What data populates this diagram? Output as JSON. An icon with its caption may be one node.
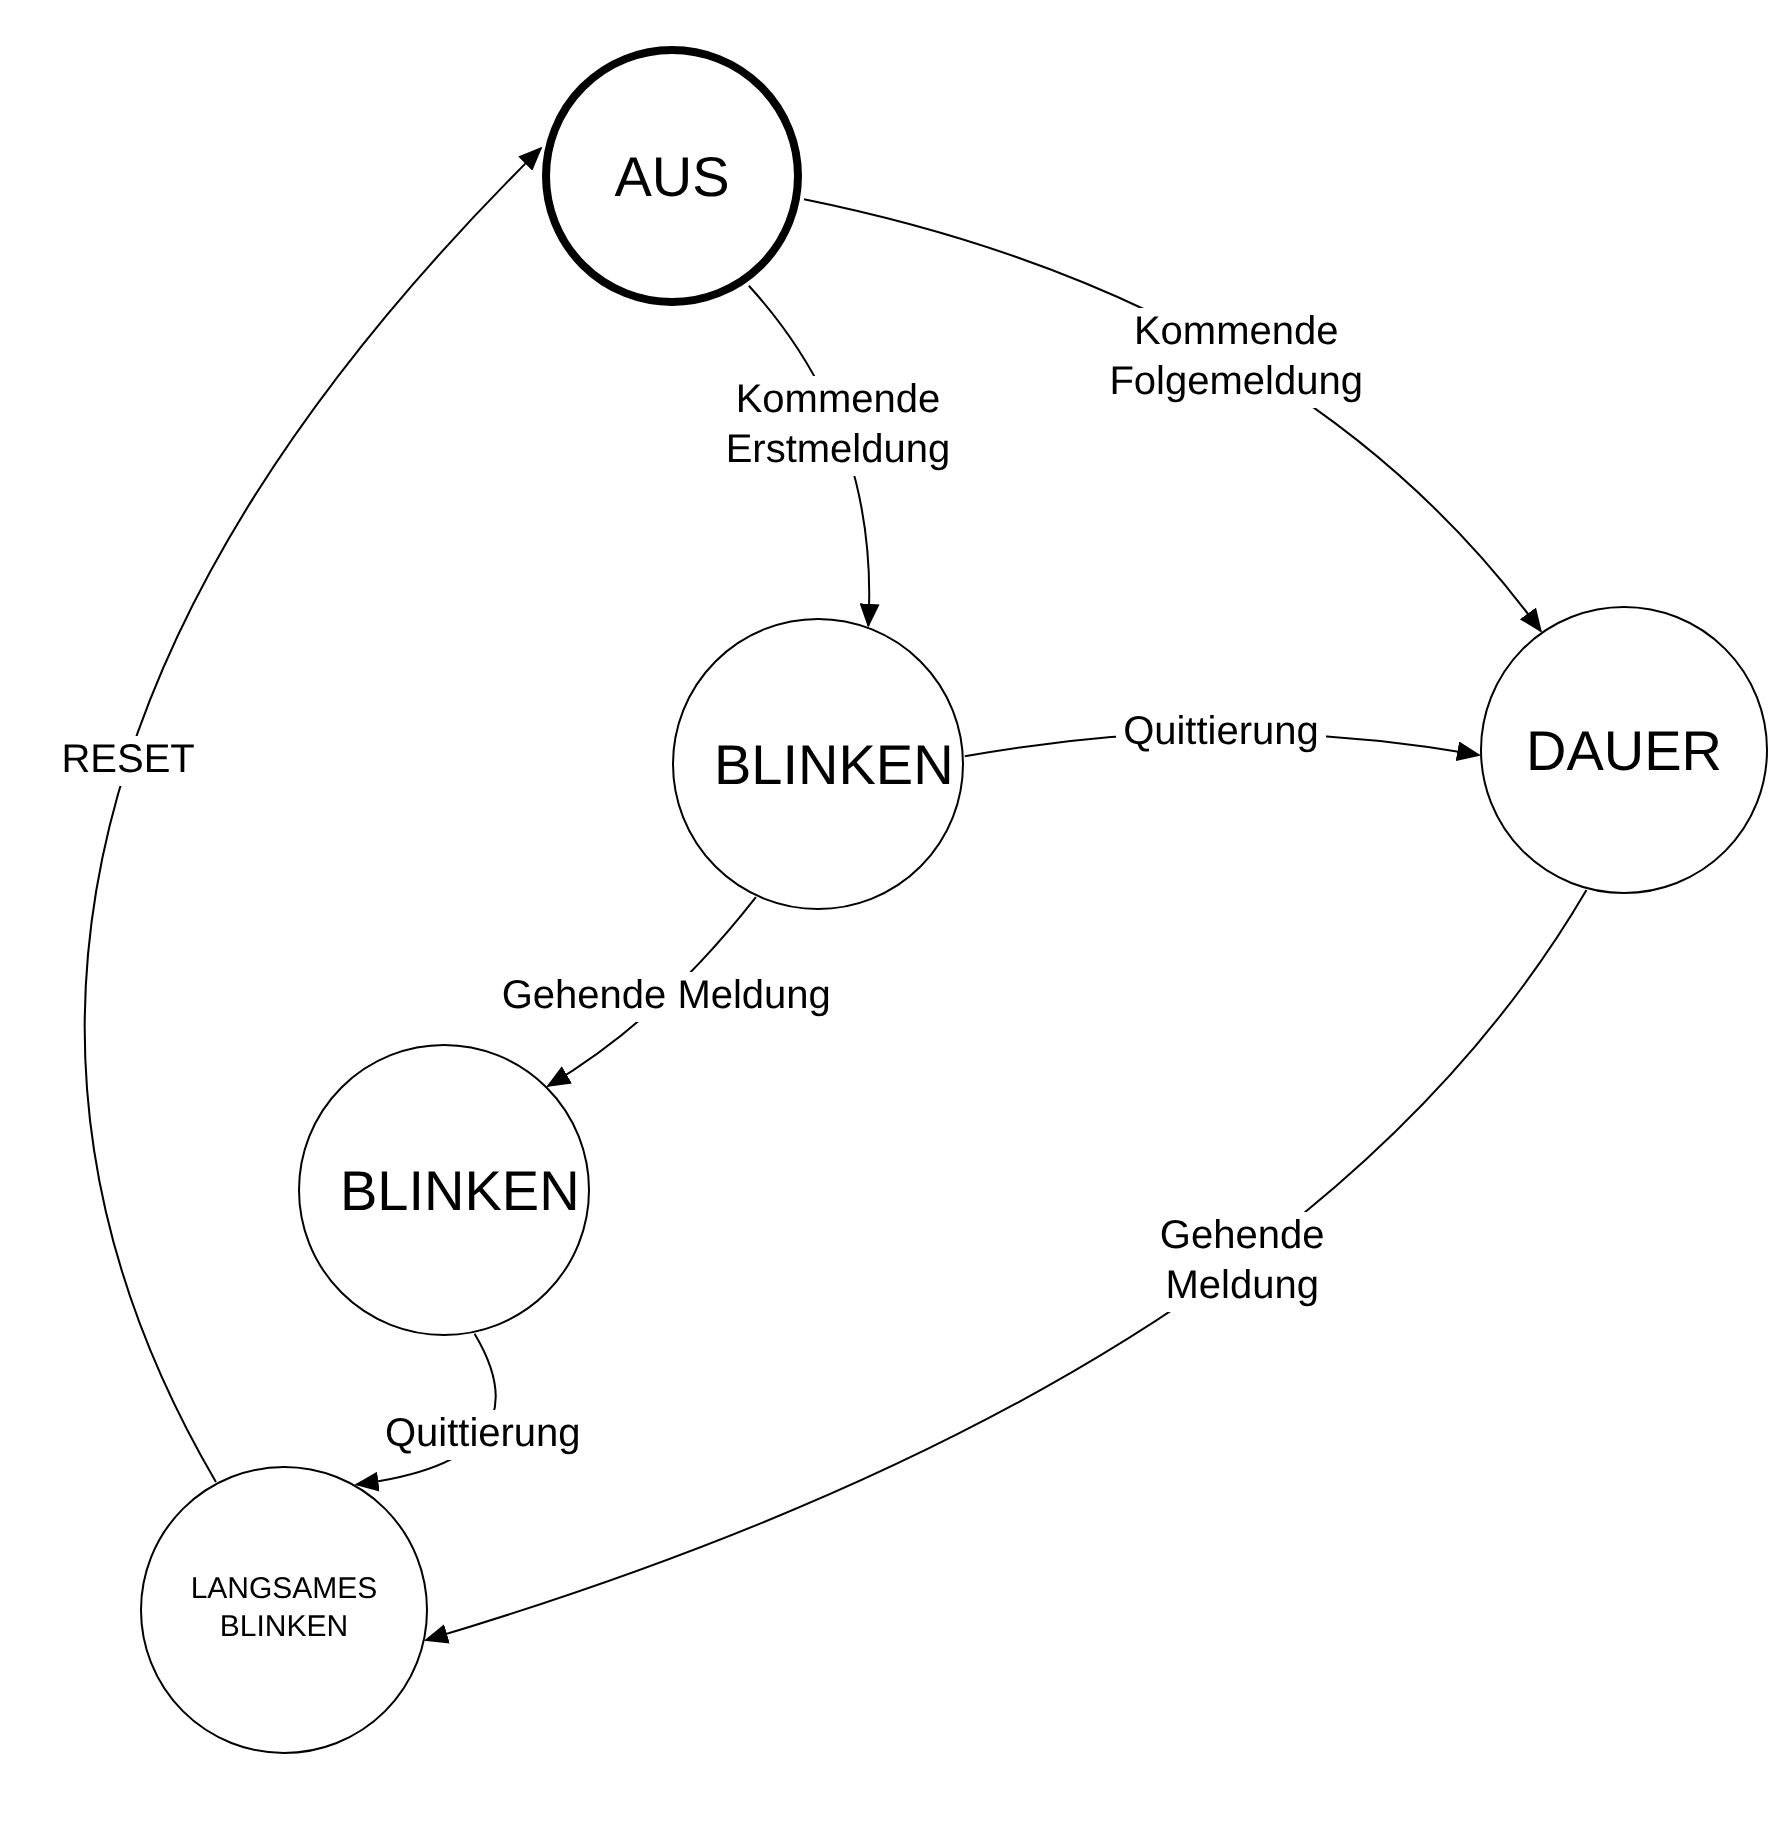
{
  "diagram": {
    "nodes": [
      {
        "text": [
          "AUS"
        ]
      },
      {
        "text": [
          "BLINKEN"
        ]
      },
      {
        "text": [
          "DAUER"
        ]
      },
      {
        "text": [
          "BLINKEN"
        ]
      },
      {
        "text": [
          "LANGSAMES BLINKEN"
        ]
      }
    ],
    "edges": [
      {
        "from": 0,
        "to": 1,
        "arrow": "to",
        "label": "Kommende Erstmeldung"
      },
      {
        "from": 0,
        "to": 2,
        "arrow": "to",
        "label": "Kommende Folgemeldung"
      },
      {
        "from": 1,
        "to": 2,
        "arrow": "to",
        "label": "Quittierung"
      },
      {
        "from": 1,
        "to": 3,
        "arrow": "to",
        "label": "Gehende Meldung"
      },
      {
        "from": 3,
        "to": 4,
        "arrow": "to",
        "label": "Quittierung"
      },
      {
        "from": 2,
        "to": 4,
        "arrow": "to",
        "label": "Gehende Meldung"
      },
      {
        "from": 4,
        "to": 0,
        "arrow": "to",
        "label": "RESET"
      }
    ]
  }
}
